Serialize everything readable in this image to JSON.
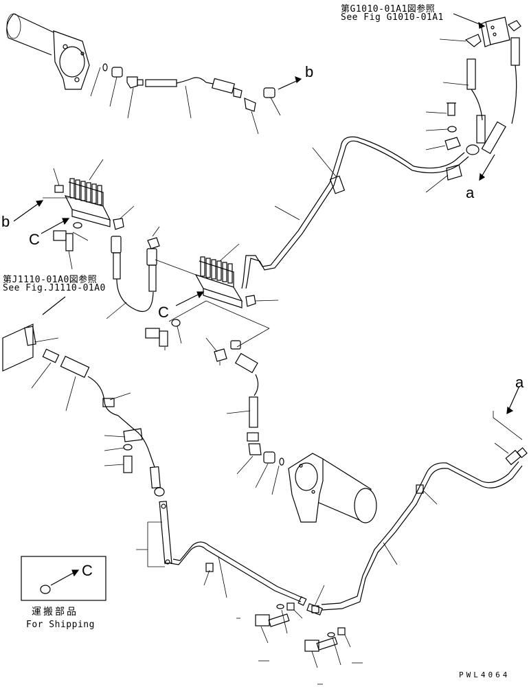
{
  "references": {
    "top_right_jp": "第G1010-01A1図参照",
    "top_right_en": "See Fig G1010-01A1",
    "left_jp": "第J1110-01A0図参照",
    "left_en": "See Fig.J1110-01A0"
  },
  "callouts": {
    "b_top": "b",
    "a_right": "a",
    "b_left": "b",
    "c_left": "C",
    "c_mid": "C",
    "a_bottom": "a",
    "c_inset": "C"
  },
  "shipping": {
    "jp": "運搬部品",
    "en": "For Shipping"
  },
  "drawing_code": "PWL4064"
}
